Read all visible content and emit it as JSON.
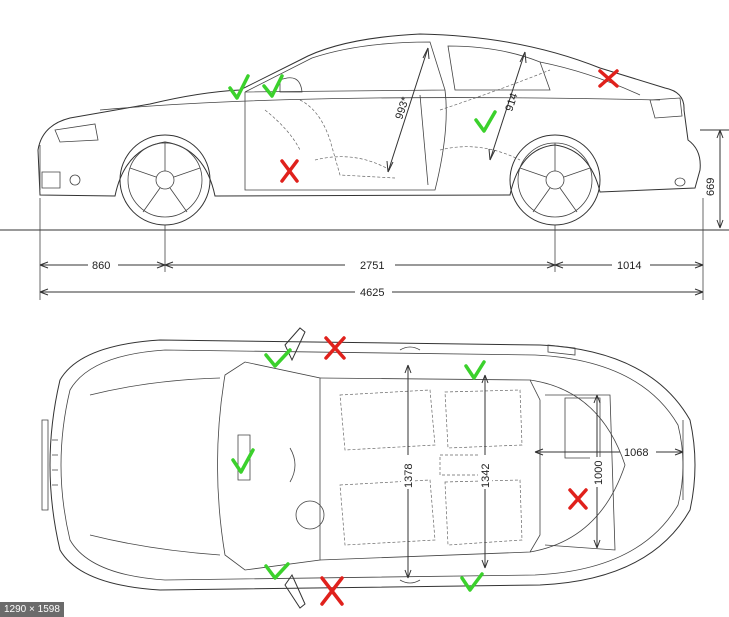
{
  "side_view": {
    "dim_front_overhang": "860",
    "dim_wheelbase": "2751",
    "dim_rear_overhang": "1014",
    "dim_total_length": "4625",
    "dim_height": "669",
    "dim_door_opening": "993*",
    "dim_rear_opening": "914"
  },
  "top_view": {
    "dim_front_width": "1378",
    "dim_rear_width": "1342",
    "dim_trunk_length": "1068",
    "dim_trunk_width": "1000"
  },
  "marks": {
    "check_color": "#3bd12c",
    "cross_color": "#e0211c"
  },
  "image_size_badge": "1290 × 1598"
}
